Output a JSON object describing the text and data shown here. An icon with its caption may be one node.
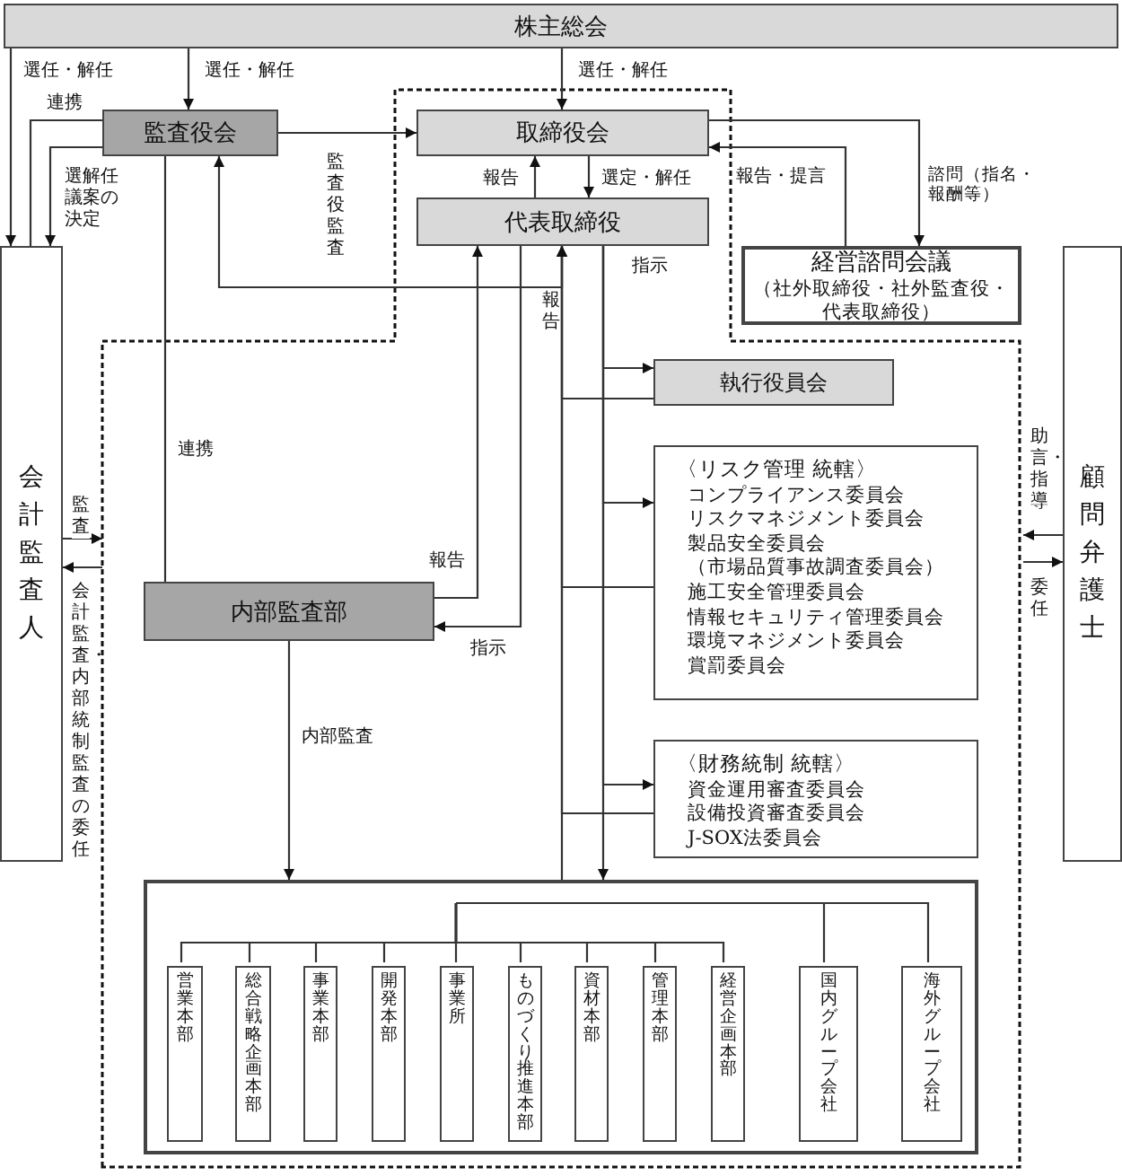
{
  "diagram": {
    "nodes": [
      {
        "text": [
          "株主総会"
        ]
      },
      {
        "text": [
          "監査役会"
        ]
      },
      {
        "text": [
          "取締役会"
        ]
      },
      {
        "text": [
          "代表取締役"
        ]
      },
      {
        "text": [
          "経営諮問会議",
          "（社外取締役・社外監査役・代表取締役）"
        ]
      },
      {
        "text": [
          "会計監査人"
        ]
      },
      {
        "text": [
          "顧問弁護士"
        ]
      },
      {
        "text": [
          "執行役員会"
        ]
      },
      {
        "text": [
          "〈リスク管理 統轄〉",
          "コンプライアンス委員会",
          "リスクマネジメント委員会",
          "製品安全委員会",
          "（市場品質事故調査委員会）",
          "施工安全管理委員会",
          "情報セキュリティ管理委員会",
          "環境マネジメント委員会",
          "賞罰委員会"
        ]
      },
      {
        "text": [
          "〈財務統制 統轄〉",
          "資金運用審査委員会",
          "設備投資審査委員会",
          "J-SOX法委員会"
        ]
      },
      {
        "text": [
          "内部監査部"
        ]
      },
      {
        "text": [],
        "shape": "box"
      },
      {
        "text": [
          "営業本部"
        ],
        "in": 11
      },
      {
        "text": [
          "総合戦略企画本部"
        ],
        "in": 11
      },
      {
        "text": [
          "事業本部"
        ],
        "in": 11
      },
      {
        "text": [
          "開発本部"
        ],
        "in": 11
      },
      {
        "text": [
          "事業所"
        ],
        "in": 11
      },
      {
        "text": [
          "ものづくり推進本部"
        ],
        "in": 11
      },
      {
        "text": [
          "資材本部"
        ],
        "in": 11
      },
      {
        "text": [
          "管理本部"
        ],
        "in": 11
      },
      {
        "text": [
          "経営企画本部"
        ],
        "in": 11
      },
      {
        "text": [
          "国内グループ会社"
        ],
        "in": 11
      },
      {
        "text": [
          "海外グループ会社"
        ],
        "in": 11
      }
    ],
    "edges": [
      {
        "from": 0,
        "to": 5,
        "arrow": "to",
        "label": "選任・解任"
      },
      {
        "from": 0,
        "to": 1,
        "arrow": "to",
        "label": "選任・解任"
      },
      {
        "from": 0,
        "to": 2,
        "arrow": "to",
        "label": "選任・解任"
      },
      {
        "from": 1,
        "to": 5,
        "arrow": "none",
        "label": "連携"
      },
      {
        "from": 1,
        "to": 5,
        "arrow": "to",
        "label": "選解任議案の決定"
      },
      {
        "from": 1,
        "to": 2,
        "arrow": "to",
        "label": "監査役監査"
      },
      {
        "from": 1,
        "to": 10,
        "arrow": "none",
        "label": "連携"
      },
      {
        "from": 2,
        "to": 3,
        "arrow": "to",
        "label": "選定・解任"
      },
      {
        "from": 3,
        "to": 2,
        "arrow": "to",
        "label": "報告"
      },
      {
        "from": 2,
        "to": 4,
        "arrow": "to",
        "label": "諮問（指名・報酬等）"
      },
      {
        "from": 4,
        "to": 2,
        "arrow": "to",
        "label": "報告・提言"
      },
      {
        "from": 3,
        "to": 1,
        "arrow": "to"
      },
      {
        "from": 3,
        "to": 10,
        "arrow": "to",
        "label": "指示"
      },
      {
        "from": 10,
        "to": 3,
        "arrow": "to",
        "label": "報告"
      },
      {
        "from": 3,
        "to": 7,
        "arrow": "to",
        "label": "指示"
      },
      {
        "from": 3,
        "to": 8,
        "arrow": "to"
      },
      {
        "from": 3,
        "to": 9,
        "arrow": "to"
      },
      {
        "from": 3,
        "to": 11,
        "arrow": "to"
      },
      {
        "from": 7,
        "to": 3,
        "arrow": "to",
        "label": "報告"
      },
      {
        "from": 8,
        "to": 3,
        "arrow": "to"
      },
      {
        "from": 9,
        "to": 3,
        "arrow": "to"
      },
      {
        "from": 11,
        "to": 3,
        "arrow": "to"
      },
      {
        "from": 10,
        "to": 11,
        "arrow": "to",
        "label": "内部監査"
      },
      {
        "from": 5,
        "to": null,
        "arrow": "to",
        "label": "監査"
      },
      {
        "from": null,
        "to": 5,
        "arrow": "to",
        "label": "会計監査・内部統制監査の委任"
      },
      {
        "from": 6,
        "to": null,
        "arrow": "to",
        "label": "助言・指導"
      },
      {
        "from": null,
        "to": 6,
        "arrow": "to",
        "label": "委任"
      },
      {
        "from": 11,
        "to": 12,
        "arrow": "none"
      },
      {
        "from": 11,
        "to": 13,
        "arrow": "none"
      },
      {
        "from": 11,
        "to": 14,
        "arrow": "none"
      },
      {
        "from": 11,
        "to": 15,
        "arrow": "none"
      },
      {
        "from": 11,
        "to": 16,
        "arrow": "none"
      },
      {
        "from": 11,
        "to": 17,
        "arrow": "none"
      },
      {
        "from": 11,
        "to": 18,
        "arrow": "none"
      },
      {
        "from": 11,
        "to": 19,
        "arrow": "none"
      },
      {
        "from": 11,
        "to": 20,
        "arrow": "none"
      },
      {
        "from": 11,
        "to": 21,
        "arrow": "none"
      },
      {
        "from": 11,
        "to": 22,
        "arrow": "none"
      }
    ]
  }
}
